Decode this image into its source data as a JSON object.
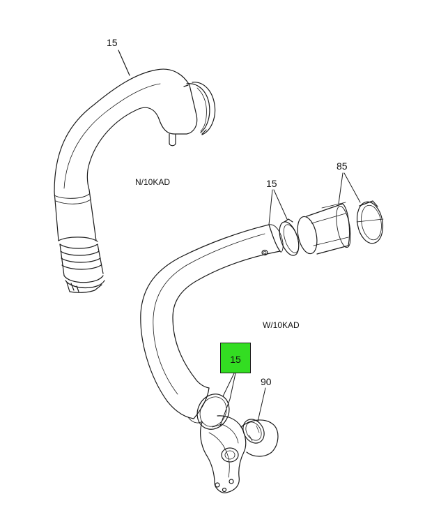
{
  "callouts": {
    "upper_hose": "15",
    "lower_clamps": "15",
    "sleeve_clamp": "85",
    "highlighted": "15",
    "elbow": "90"
  },
  "variants": {
    "upper": "N/10KAD",
    "lower": "W/10KAD"
  },
  "highlight_color": "#33dd22"
}
